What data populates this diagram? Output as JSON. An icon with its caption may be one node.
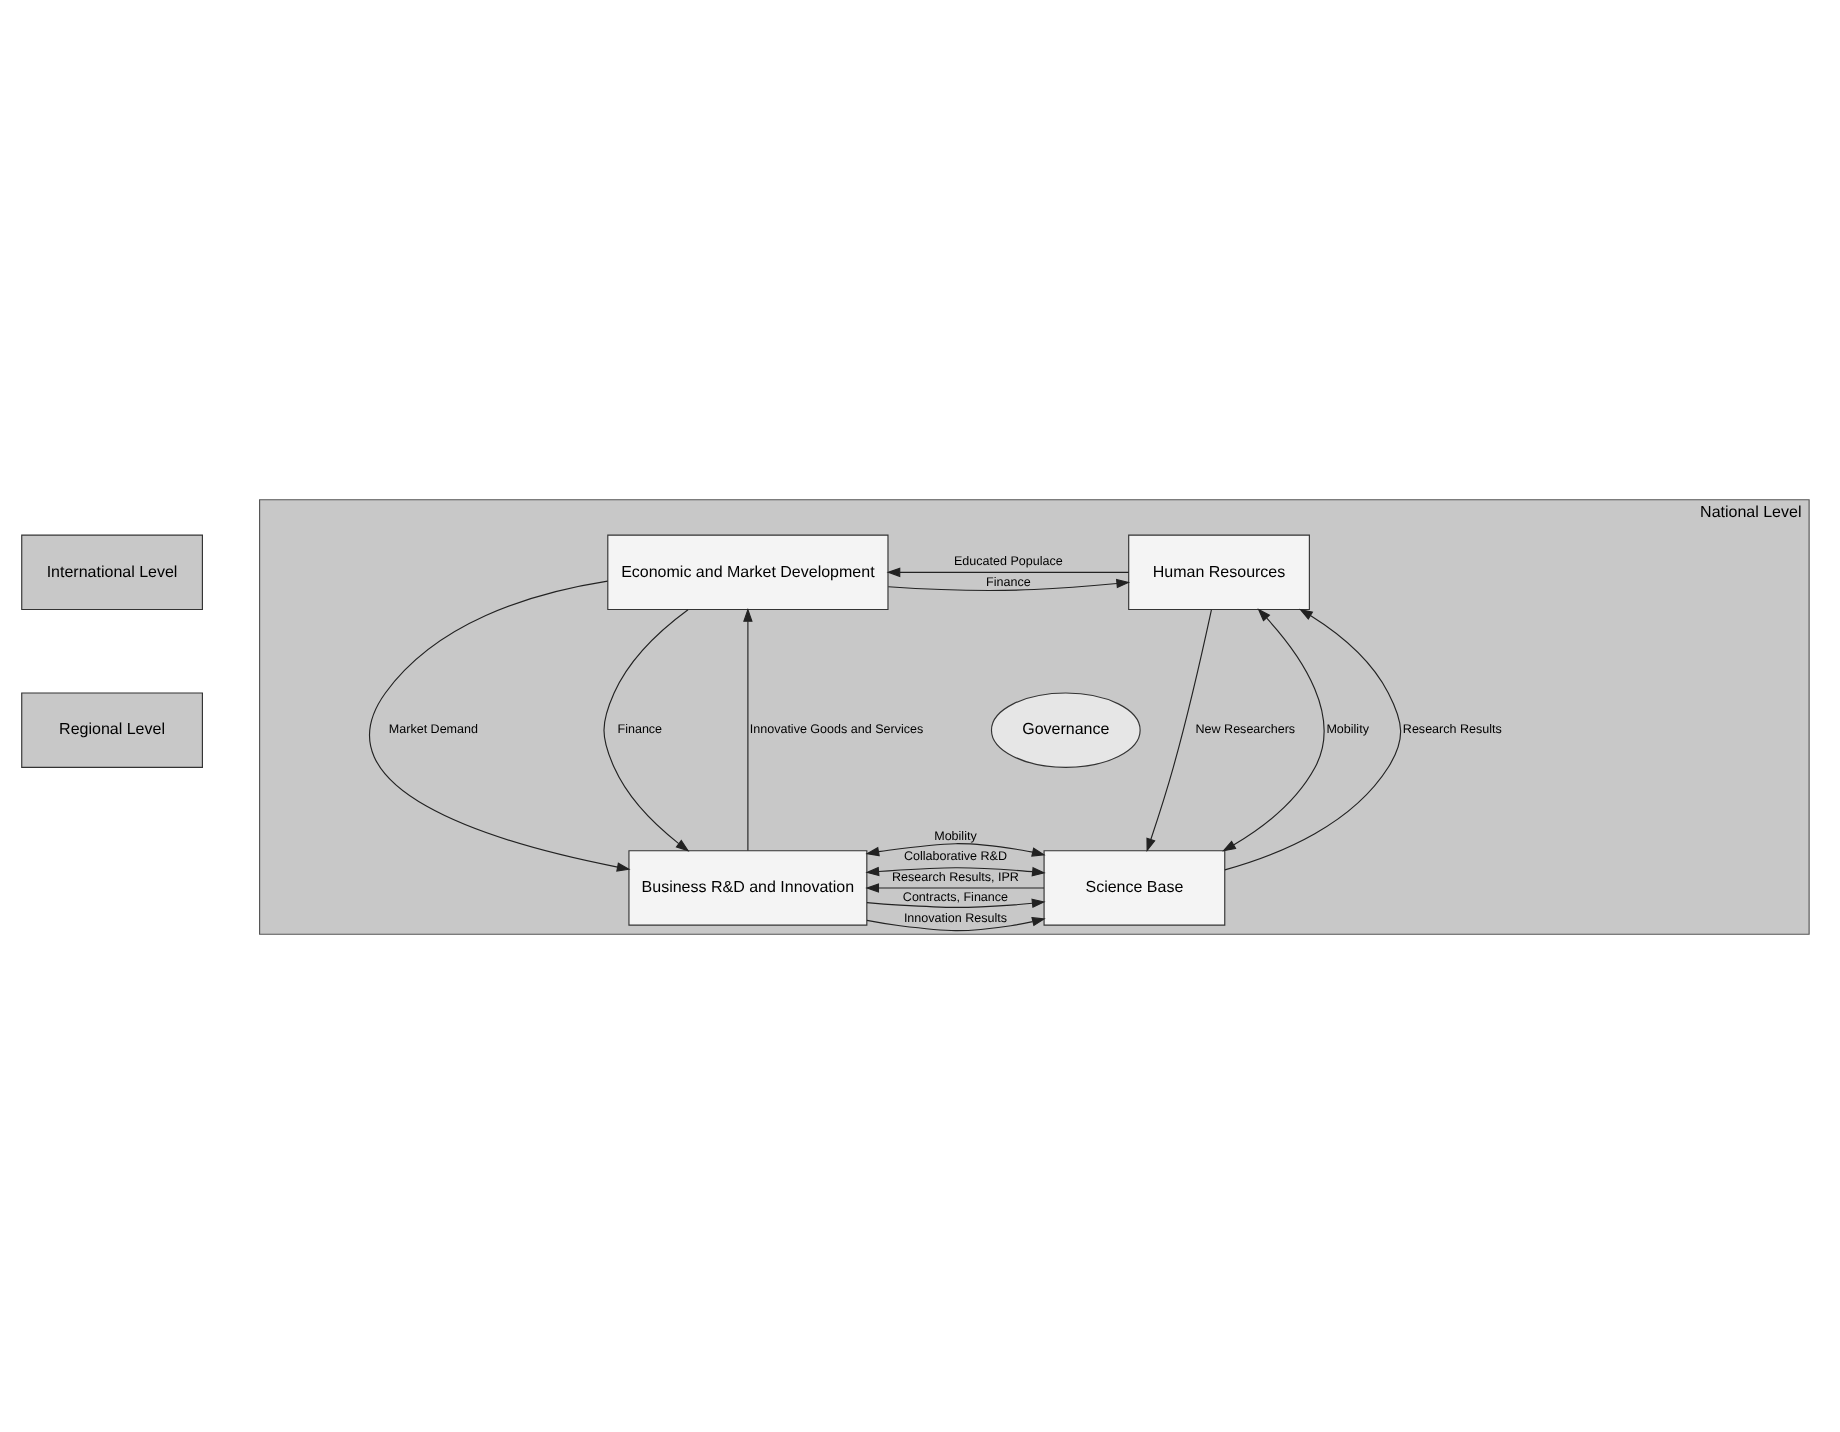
{
  "diagram": {
    "nodes": [
      {
        "text": [
          "International Level"
        ]
      },
      {
        "text": [
          "Regional Level"
        ]
      },
      {
        "text": [
          "National Level"
        ]
      },
      {
        "text": [
          "Human Resources"
        ],
        "in": 2
      },
      {
        "text": [
          "Economic and Market Development"
        ],
        "in": 2
      },
      {
        "text": [
          "Governance"
        ],
        "in": 2
      },
      {
        "text": [
          "Science Base"
        ],
        "in": 2
      },
      {
        "text": [
          "Business R&D and Innovation"
        ],
        "in": 2
      }
    ],
    "edges": [
      {
        "from": 3,
        "to": 4,
        "arrow": "to",
        "label": "Educated Populace"
      },
      {
        "from": 4,
        "to": 3,
        "arrow": "to",
        "label": "Finance"
      },
      {
        "from": 3,
        "to": 6,
        "arrow": "to",
        "label": "New Researchers"
      },
      {
        "from": 3,
        "to": 6,
        "arrow": "both",
        "label": "Mobility"
      },
      {
        "from": 6,
        "to": 3,
        "arrow": "to",
        "label": "Research Results"
      },
      {
        "from": 4,
        "to": 7,
        "arrow": "to",
        "label": "Market Demand"
      },
      {
        "from": 4,
        "to": 7,
        "arrow": "to",
        "label": "Finance"
      },
      {
        "from": 7,
        "to": 4,
        "arrow": "to",
        "label": "Innovative Goods and Services"
      },
      {
        "from": 7,
        "to": 6,
        "arrow": "to",
        "label": "Innovation Results"
      },
      {
        "from": 6,
        "to": 7,
        "arrow": "to",
        "label": "Research Results, IPR"
      },
      {
        "from": 7,
        "to": 6,
        "arrow": "to",
        "label": "Contracts, Finance"
      },
      {
        "from": 6,
        "to": 7,
        "arrow": "both",
        "label": "Collaborative R&D"
      },
      {
        "from": 6,
        "to": 7,
        "arrow": "both",
        "label": "Mobility"
      }
    ]
  }
}
